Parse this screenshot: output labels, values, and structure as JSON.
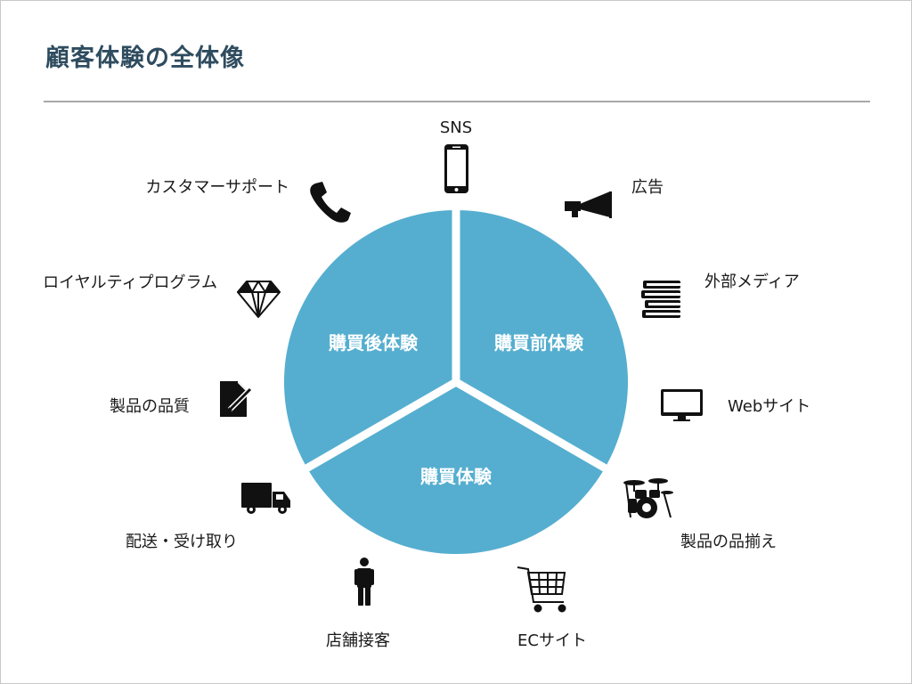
{
  "page": {
    "title": "顧客体験の全体像"
  },
  "colors": {
    "segment": "#55aecf",
    "title": "#2f4c5f",
    "icon": "#111111",
    "rule": "#a8a8a8"
  },
  "segments": [
    {
      "key": "pre",
      "label": "購買前体験"
    },
    {
      "key": "purchase",
      "label": "購買体験"
    },
    {
      "key": "post",
      "label": "購買後体験"
    }
  ],
  "touchpoints": [
    {
      "label": "SNS",
      "icon": "smartphone-icon"
    },
    {
      "label": "広告",
      "icon": "megaphone-icon"
    },
    {
      "label": "外部メディア",
      "icon": "books-icon"
    },
    {
      "label": "Webサイト",
      "icon": "monitor-icon"
    },
    {
      "label": "製品の品揃え",
      "icon": "drum-kit-icon"
    },
    {
      "label": "ECサイト",
      "icon": "shopping-cart-icon"
    },
    {
      "label": "店舗接客",
      "icon": "person-icon"
    },
    {
      "label": "配送・受け取り",
      "icon": "delivery-truck-icon"
    },
    {
      "label": "製品の品質",
      "icon": "document-pen-icon"
    },
    {
      "label": "ロイヤルティプログラム",
      "icon": "diamond-icon"
    },
    {
      "label": "カスタマーサポート",
      "icon": "telephone-icon"
    }
  ]
}
